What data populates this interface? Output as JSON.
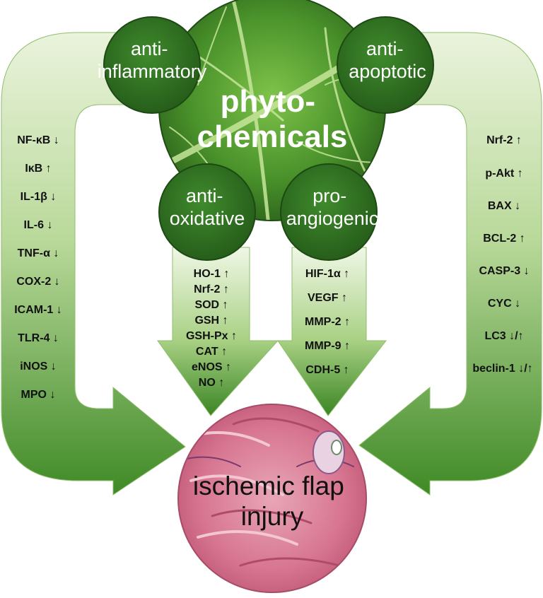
{
  "center": {
    "line1": "phyto-",
    "line2": "chemicals"
  },
  "target": {
    "line1": "ischemic flap",
    "line2": "injury"
  },
  "anti_inflammatory": {
    "line1": "anti-",
    "line2": "inflammatory",
    "markers": [
      "NF-κB ↓",
      "IκB ↑",
      "IL-1β ↓",
      "IL-6 ↓",
      "TNF-α ↓",
      "COX-2 ↓",
      "ICAM-1 ↓",
      "TLR-4 ↓",
      "iNOS ↓",
      "MPO ↓"
    ]
  },
  "anti_apoptotic": {
    "line1": "anti-",
    "line2": "apoptotic",
    "markers": [
      "Nrf-2 ↑",
      "p-Akt ↑",
      "BAX ↓",
      "BCL-2 ↑",
      "CASP-3 ↓",
      "CYC ↓",
      "LC3 ↓/↑",
      "beclin-1 ↓/↑"
    ]
  },
  "anti_oxidative": {
    "line1": "anti-",
    "line2": "oxidative",
    "markers": [
      "HO-1 ↑",
      "Nrf-2 ↑",
      "SOD ↑",
      "GSH ↑",
      "GSH-Px ↑",
      "CAT ↑",
      "eNOS ↑",
      "NO ↑"
    ]
  },
  "pro_angiogenic": {
    "line1": "pro-",
    "line2": "angiogenic",
    "markers": [
      "HIF-1α ↑",
      "VEGF ↑",
      "MMP-2 ↑",
      "MMP-9 ↑",
      "CDH-5 ↑"
    ]
  },
  "colors": {
    "arrow_light": "#e6f1d6",
    "arrow_dark": "#3f8a26",
    "circle_fill": "#2f6e22",
    "leaf": "#4f9a2e",
    "tissue": "#d86a86"
  }
}
